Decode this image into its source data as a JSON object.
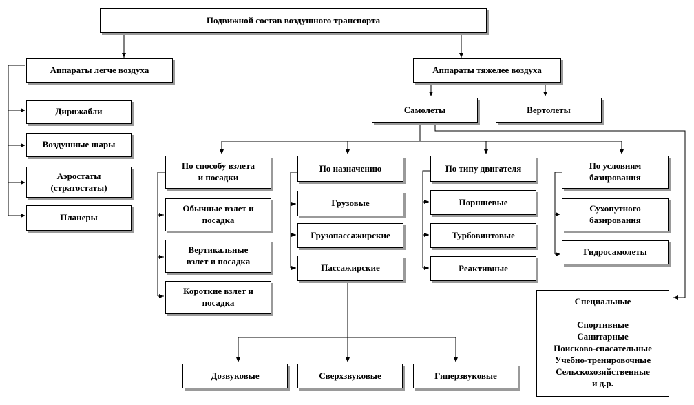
{
  "diagram": {
    "root": "Подвижной состав воздушного транспорта",
    "lighter": "Аппараты легче воздуха",
    "lighter_items": [
      "Дирижабли",
      "Воздушные шары",
      "Аэростаты\n(стратостаты)",
      "Планеры"
    ],
    "heavier": "Аппараты тяжелее воздуха",
    "planes": "Самолеты",
    "helicopters": "Вертолеты",
    "by_takeoff": "По способу взлета\nи посадки",
    "takeoff_items": [
      "Обычные взлет и\nпосадка",
      "Вертикальные\nвзлет и посадка",
      "Короткие взлет и\nпосадка"
    ],
    "by_purpose": "По назначению",
    "purpose_items": [
      "Грузовые",
      "Грузопассажирские",
      "Пассажирские"
    ],
    "by_engine": "По типу двигателя",
    "engine_items": [
      "Поршневые",
      "Турбовинтовые",
      "Реактивные"
    ],
    "by_basing": "По условиям\nбазирования",
    "basing_items": [
      "Сухопутного\nбазирования",
      "Гидросамолеты"
    ],
    "special": "Специальные",
    "special_items": "Спортивные\nСанитарные\nПоисково-спасательные\nУчебно-тренировочные\nСельскохозяйственные\nи д.р.",
    "speed_items": [
      "Дозвуковые",
      "Сверхзвуковые",
      "Гиперзвуковые"
    ]
  }
}
